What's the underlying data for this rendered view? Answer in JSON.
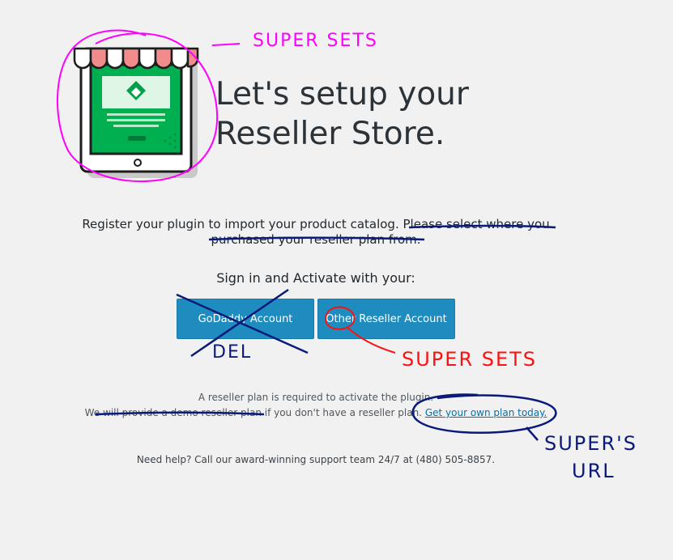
{
  "header": {
    "title_line1": "Let's setup your",
    "title_line2": "Reseller Store."
  },
  "intro": {
    "register_text": "Register your plugin to import your product catalog.",
    "register_text_struck": "Please select where you purchased your reseller plan from."
  },
  "signin": {
    "label": "Sign in and Activate with your:",
    "godaddy_button": "GoDaddy Account",
    "other_button": "Other Reseller Account"
  },
  "plan": {
    "line1": "A reseller plan is required to activate the plugin.",
    "line2_struck": "We will provide a demo reseller plan",
    "line2_rest": " if you don't have a reseller plan.",
    "link_text": "Get your own plan today."
  },
  "help": {
    "text": "Need help? Call our award-winning support team 24/7 at (480) 505-8857."
  },
  "annotations": {
    "logo_note": "SUPER SETS",
    "button_del": "DEL",
    "button_note": "SUPER SETS",
    "link_note_line1": "SUPER'S",
    "link_note_line2": "URL"
  },
  "colors": {
    "background": "#f1f1f1",
    "button": "#1e8cbe",
    "store_green": "#00b050",
    "awning_pink": "#f28c8c",
    "annotation_magenta": "#ff00ff",
    "annotation_navy": "#0a1a7a",
    "annotation_red": "#ff1010"
  }
}
